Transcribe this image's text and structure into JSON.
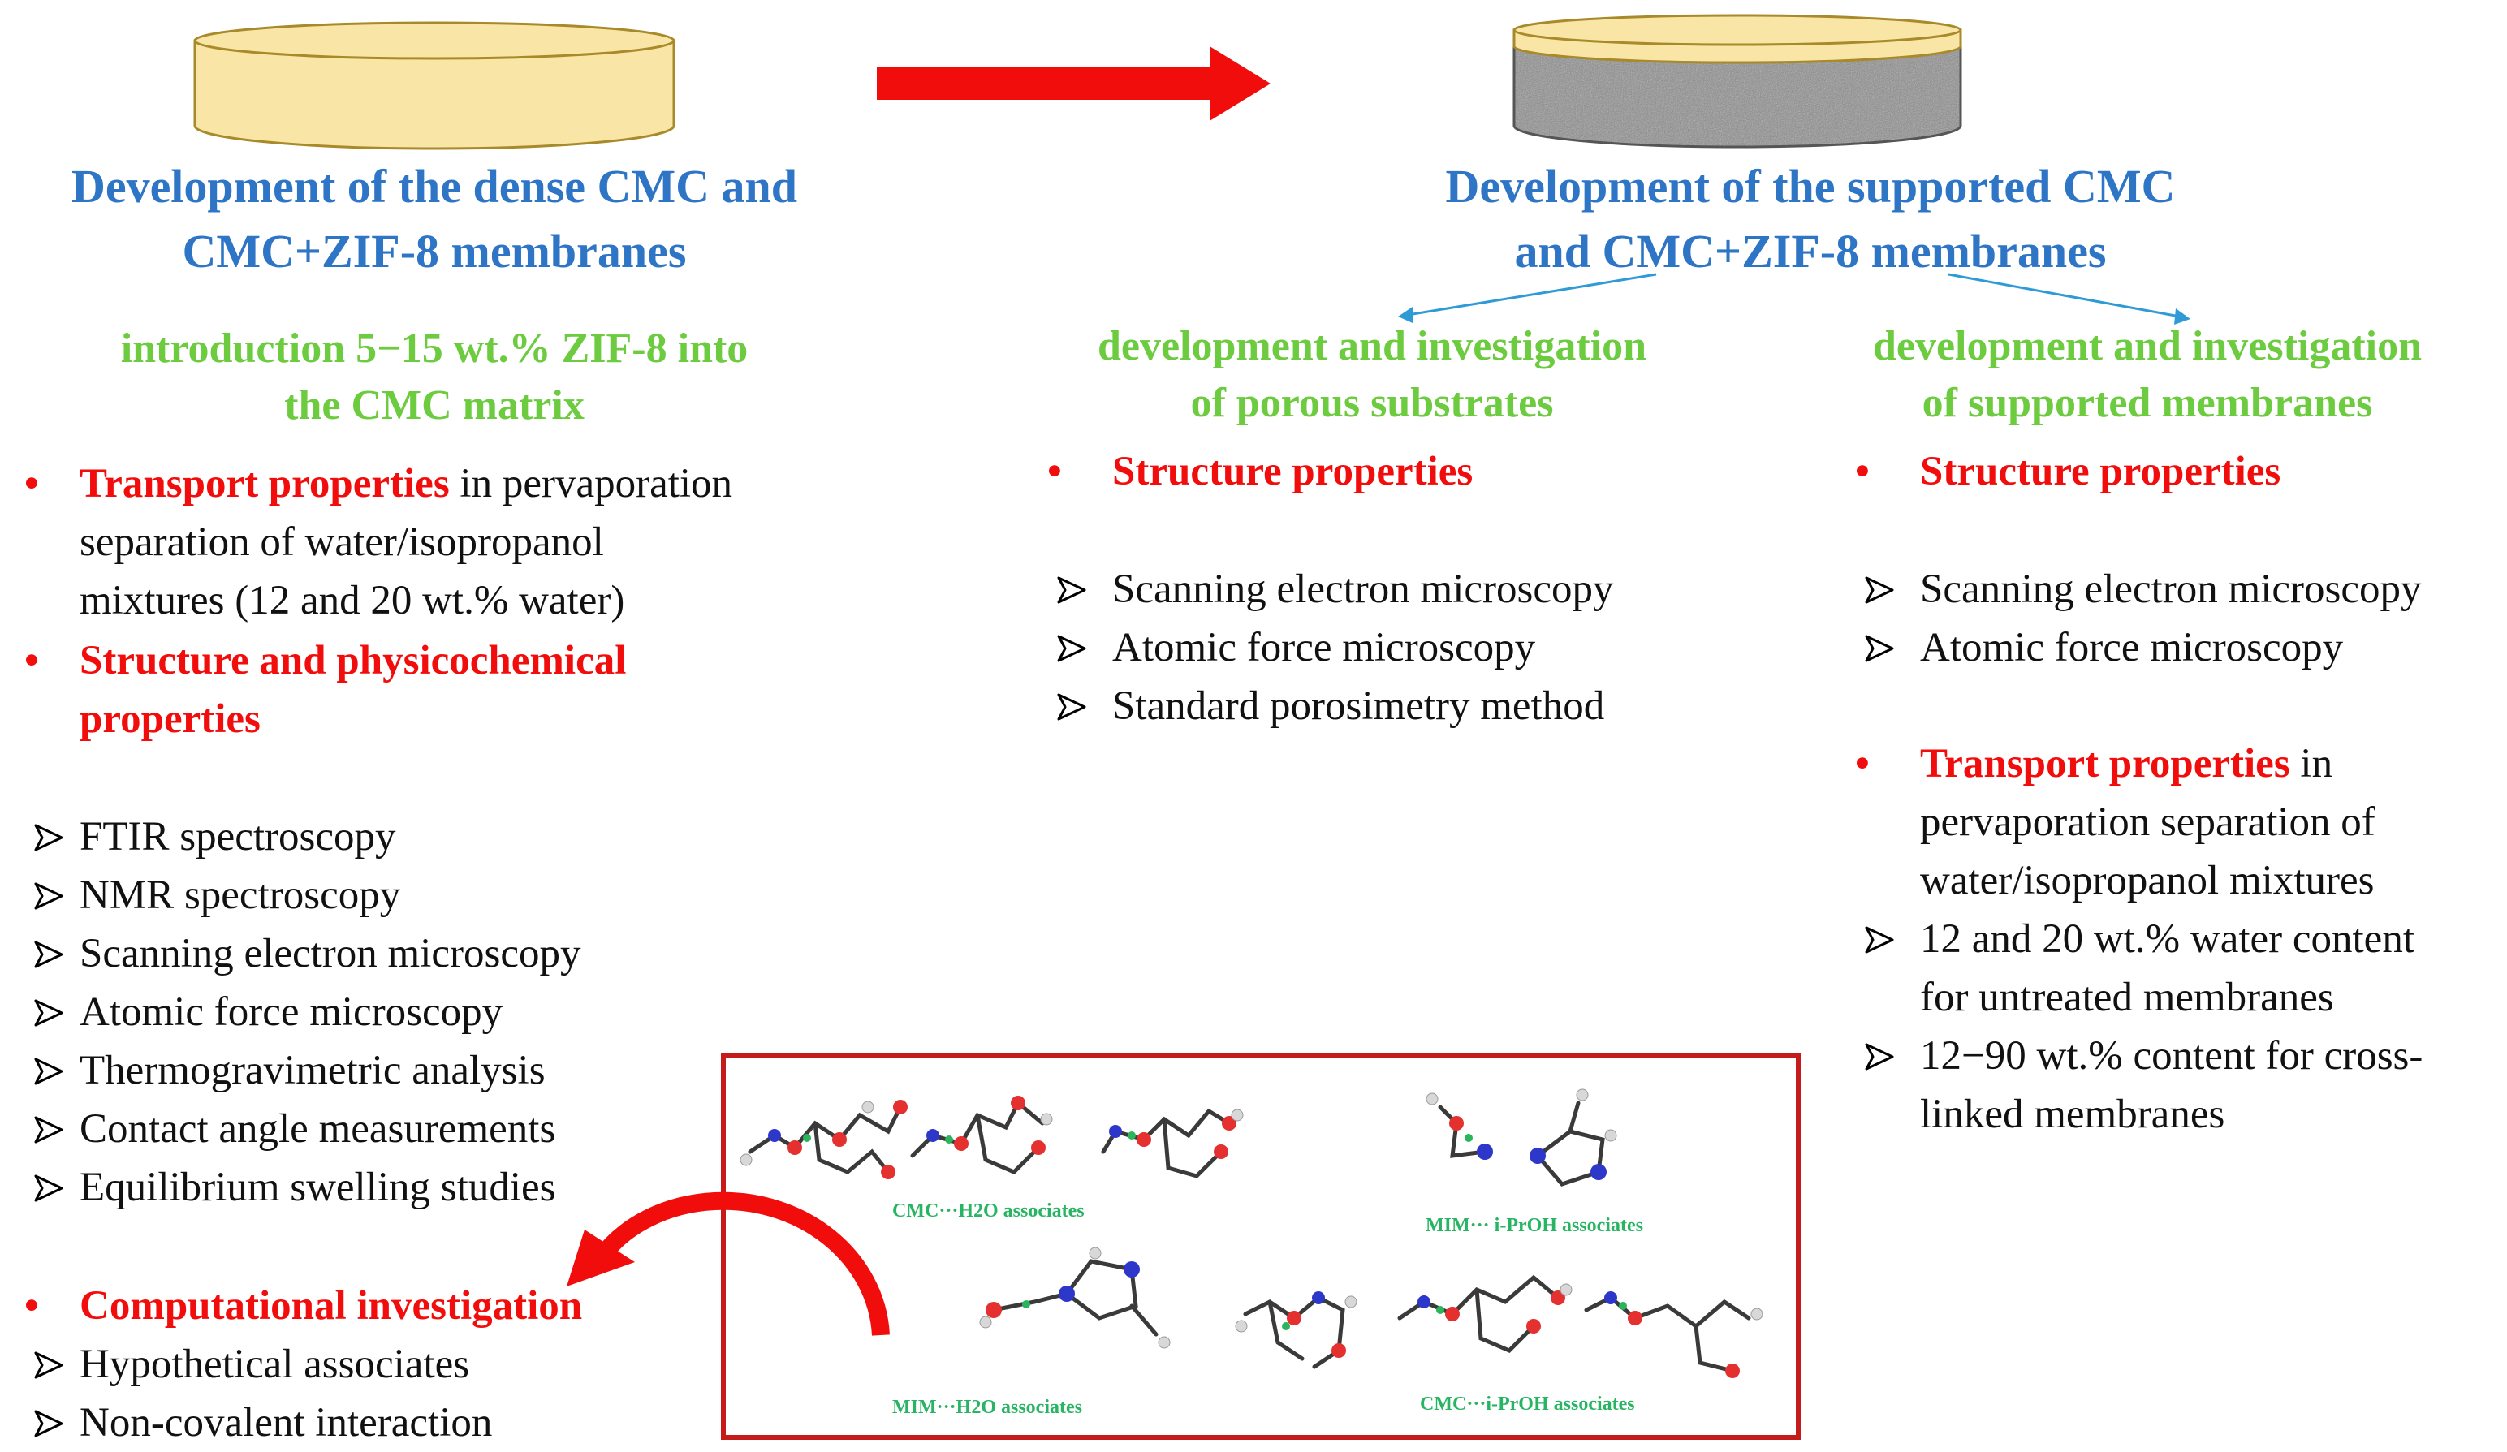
{
  "left": {
    "title_line1": "Development of the dense CMC and",
    "title_line2": "CMC+ZIF-8 membranes",
    "subtitle_line1": "introduction 5−15 wt.% ZIF-8 into",
    "subtitle_line2": "the CMC matrix",
    "transport_head": "Transport properties",
    "transport_rest_line1": " in pervaporation",
    "transport_line2": "separation of water/isopropanol",
    "transport_line3": "mixtures (12 and 20 wt.% water)",
    "structure_head_line1": "Structure and physicochemical",
    "structure_head_line2": "properties",
    "methods": [
      "FTIR spectroscopy",
      "NMR spectroscopy",
      "Scanning electron microscopy",
      "Atomic force microscopy",
      "Thermogravimetric analysis",
      "Contact angle measurements",
      "Equilibrium swelling studies"
    ],
    "computational_head": "Computational investigation",
    "computational_items": [
      "Hypothetical associates",
      "Non-covalent interaction"
    ]
  },
  "right": {
    "title_line1": "Development of the supported CMC",
    "title_line2": "and CMC+ZIF-8 membranes",
    "col1": {
      "subtitle_line1": "development and investigation",
      "subtitle_line2": "of porous substrates",
      "structure_head": "Structure properties",
      "methods": [
        "Scanning electron microscopy",
        "Atomic force microscopy",
        "Standard porosimetry method"
      ]
    },
    "col2": {
      "subtitle_line1": "development and investigation",
      "subtitle_line2": "of supported membranes",
      "structure_head": "Structure properties",
      "methods": [
        "Scanning electron microscopy",
        "Atomic force microscopy"
      ],
      "transport_head": "Transport properties",
      "transport_rest_line1": " in",
      "transport_line2": "pervaporation separation of",
      "transport_line3": "water/isopropanol mixtures",
      "transport_items": [
        {
          "line1": "12 and 20 wt.% water content",
          "line2": "for untreated membranes"
        },
        {
          "line1": "12−90 wt.% content for cross-",
          "line2": "linked membranes"
        }
      ]
    }
  },
  "molecules": {
    "cmc_h2o": "CMC···H2O associates",
    "mim_iproh": "MIM··· i-PrOH associates",
    "mim_h2o": "MIM···H2O associates",
    "cmc_iproh": "CMC···i-PrOH associates"
  },
  "colors": {
    "title_blue": "#2e75c6",
    "subtitle_green": "#6ccb3e",
    "accent_red": "#f20d0d",
    "disk_fill": "#f9e5a6",
    "disk_stroke": "#a88a2a",
    "label_green": "#28b463"
  },
  "icons": {
    "bullet": "red-dot",
    "list_marker": "arrowhead-outline",
    "flow_arrow": "red-block-arrow",
    "curved_arrow": "red-curved-arrow"
  }
}
